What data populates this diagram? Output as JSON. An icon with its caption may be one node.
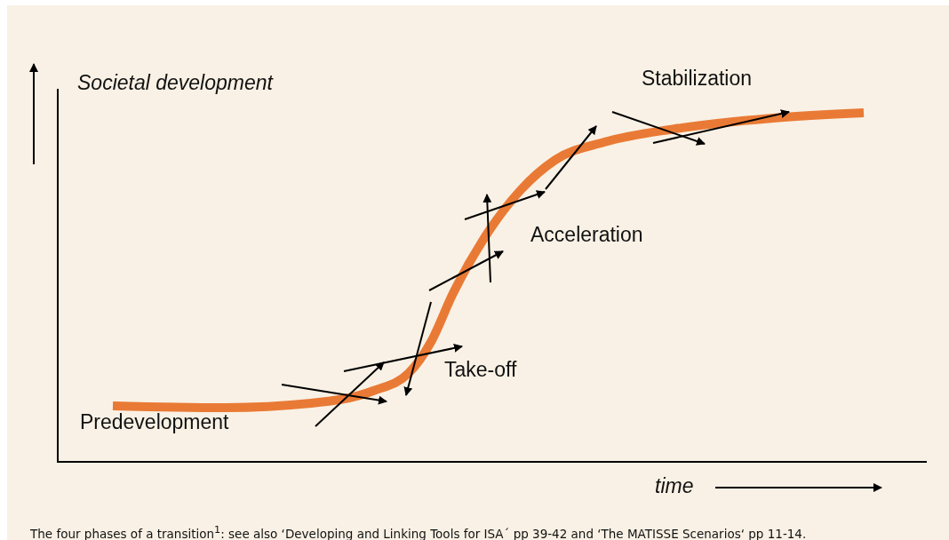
{
  "diagram": {
    "caption": "The four phases of a transition$^{1}$: see also ‘Developing and Linking Tools for ISA´ pp 39-42 and ‘The MATISSE Scenarios‘ pp 11-14.",
    "labels": [
      "Societal development",
      "Stabilization",
      "Acceleration",
      "Take-off",
      "Predevelopment",
      "time"
    ]
  }
}
